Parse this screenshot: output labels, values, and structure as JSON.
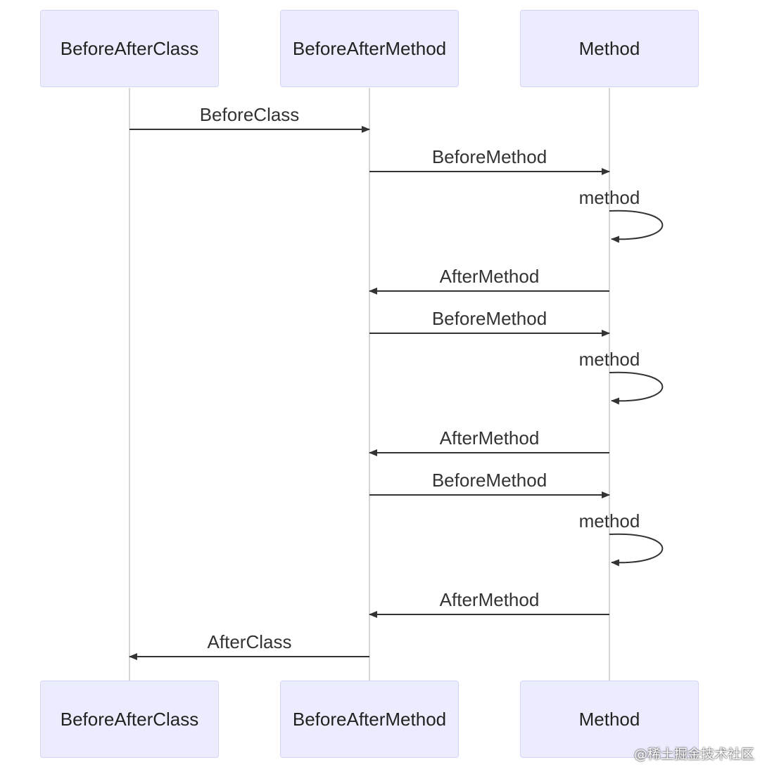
{
  "participants": [
    "BeforeAfterClass",
    "BeforeAfterMethod",
    "Method"
  ],
  "messages": [
    {
      "from": 0,
      "to": 1,
      "label": "BeforeClass"
    },
    {
      "from": 1,
      "to": 2,
      "label": "BeforeMethod"
    },
    {
      "from": 2,
      "to": 2,
      "label": "method"
    },
    {
      "from": 2,
      "to": 1,
      "label": "AfterMethod"
    },
    {
      "from": 1,
      "to": 2,
      "label": "BeforeMethod"
    },
    {
      "from": 2,
      "to": 2,
      "label": "method"
    },
    {
      "from": 2,
      "to": 1,
      "label": "AfterMethod"
    },
    {
      "from": 1,
      "to": 2,
      "label": "BeforeMethod"
    },
    {
      "from": 2,
      "to": 2,
      "label": "method"
    },
    {
      "from": 2,
      "to": 1,
      "label": "AfterMethod"
    },
    {
      "from": 1,
      "to": 0,
      "label": "AfterClass"
    }
  ],
  "colors": {
    "actor_fill": "#ececff",
    "actor_border": "#d4d4f5",
    "lifeline": "#c8c8c8",
    "arrow": "#333333"
  },
  "watermark": "@稀土掘金技术社区"
}
